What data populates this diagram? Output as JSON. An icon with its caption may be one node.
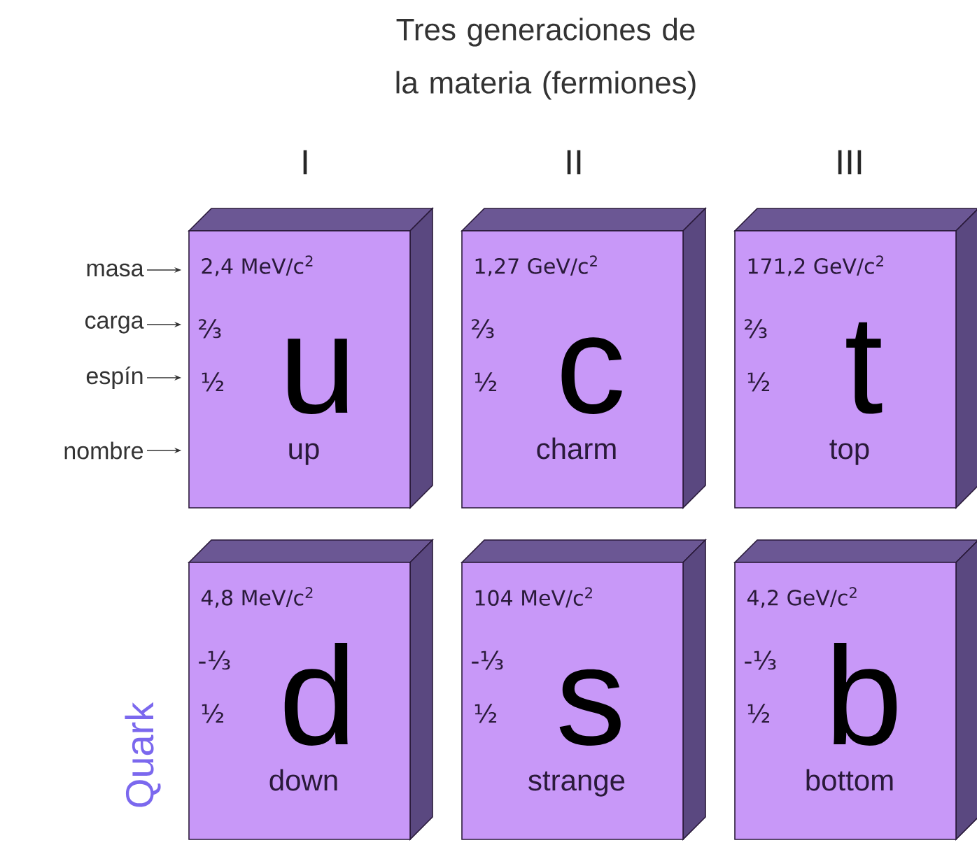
{
  "diagram": {
    "title": "Tres generaciones de la materia (fermiones)",
    "nodes": [
      {
        "text": [
          "2,4 MeV/c$^{2}$",
          "⅔",
          "½",
          "u",
          "up"
        ]
      },
      {
        "text": [
          "1,27 GeV/c$^{2}$",
          "⅔",
          "½",
          "c",
          "charm"
        ]
      },
      {
        "text": [
          "171,2 GeV/c$^{2}$",
          "⅔",
          "½",
          "t",
          "top"
        ]
      },
      {
        "text": [
          "4,8 MeV/c$^{2}$",
          "-⅓",
          "½",
          "d",
          "down"
        ]
      },
      {
        "text": [
          "104 MeV/c$^{2}$",
          "-⅓",
          "½",
          "s",
          "strange"
        ]
      },
      {
        "text": [
          "4,2 GeV/c$^{2}$",
          "-⅓",
          "½",
          "b",
          "bottom"
        ]
      },
      {
        "text": [
          "masa"
        ]
      },
      {
        "text": [
          "carga"
        ]
      },
      {
        "text": [
          "espín"
        ]
      },
      {
        "text": [
          "nombre"
        ]
      }
    ],
    "edges": [
      {
        "from": 6,
        "to": 0,
        "arrow": "to"
      },
      {
        "from": 7,
        "to": 0,
        "arrow": "to"
      },
      {
        "from": 8,
        "to": 0,
        "arrow": "to"
      },
      {
        "from": 9,
        "to": 0,
        "arrow": "to"
      }
    ],
    "labels": [
      "I",
      "II",
      "III",
      "Quark"
    ]
  }
}
